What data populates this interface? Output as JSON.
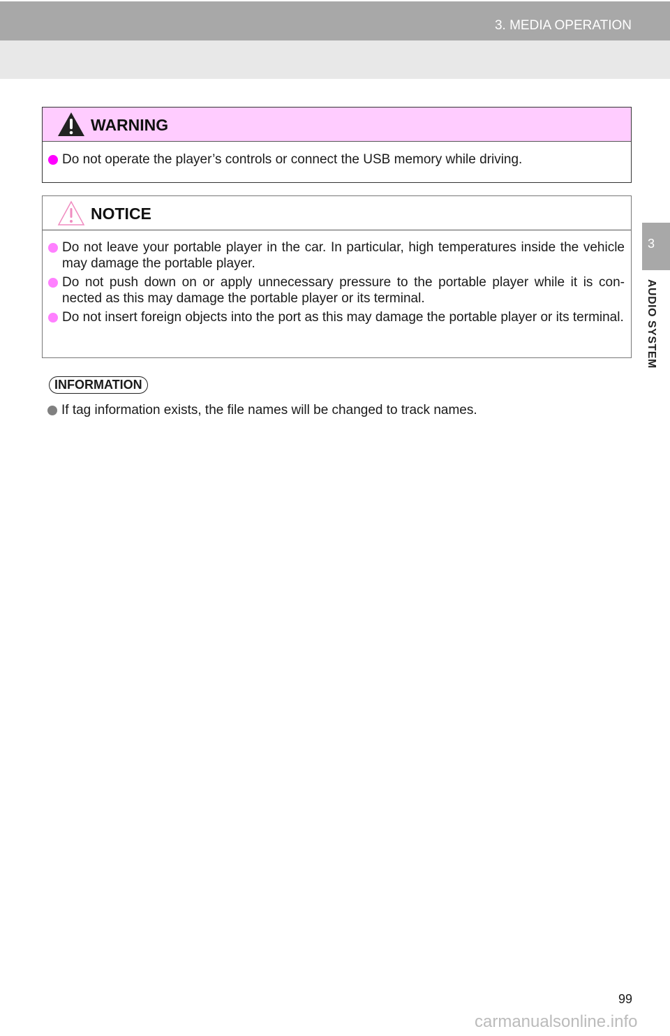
{
  "header": {
    "section": "3. MEDIA OPERATION"
  },
  "side_tab": {
    "number": "3",
    "label": "AUDIO SYSTEM"
  },
  "warning": {
    "title": "WARNING",
    "items": [
      "Do not operate the player’s controls or connect the USB memory while driving."
    ],
    "bg_color": "#ffccff",
    "bullet_color": "#ff00ff"
  },
  "notice": {
    "title": "NOTICE",
    "items": [
      "Do not leave your portable player in the car. In particular, high temperatures inside the vehicle may damage the portable player.",
      "Do not push down on or apply unnecessary pressure to the portable player while it is con- nected as this may damage the portable player or its terminal.",
      "Do not insert foreign objects into the port as this may damage the portable player or its terminal."
    ],
    "bullet_color": "#ff80ff"
  },
  "information": {
    "title": "INFORMATION",
    "items": [
      "If tag information exists, the file names will be changed to track names."
    ]
  },
  "page_number": "99",
  "watermark": "carmanualsonline.info"
}
